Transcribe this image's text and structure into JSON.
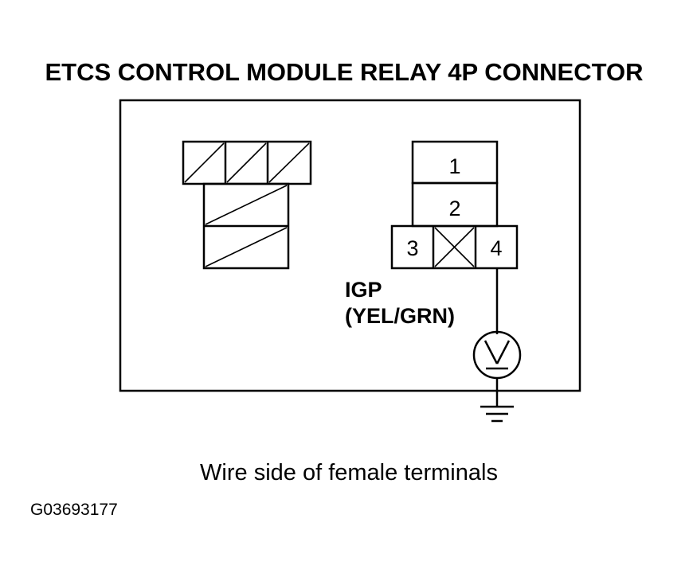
{
  "diagram": {
    "title": "ETCS CONTROL MODULE RELAY 4P CONNECTOR",
    "pins": {
      "p1": "1",
      "p2": "2",
      "p3": "3",
      "p4": "4"
    },
    "wire_label": {
      "name": "IGP",
      "color": "(YEL/GRN)"
    },
    "caption": "Wire side of female terminals",
    "figure_code": "G03693177"
  }
}
